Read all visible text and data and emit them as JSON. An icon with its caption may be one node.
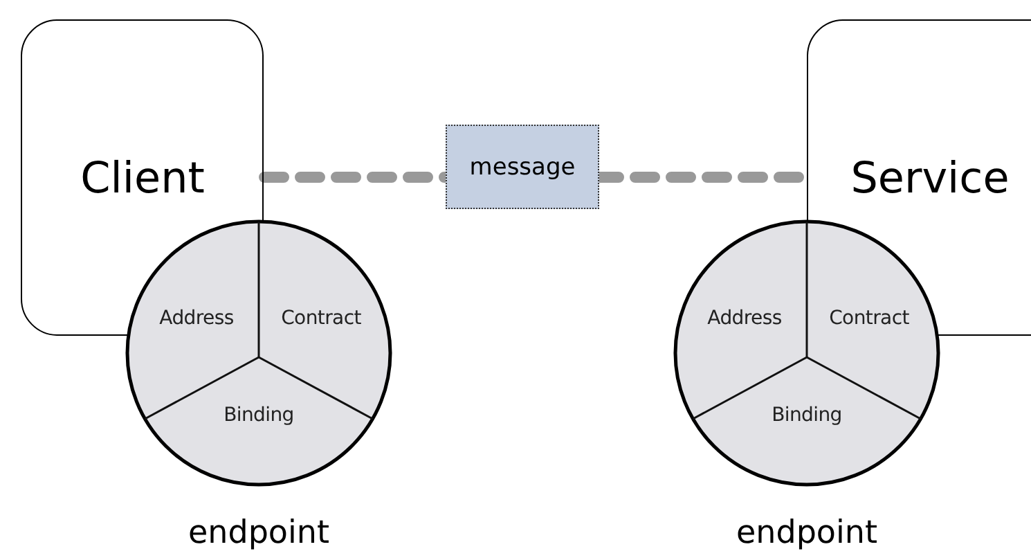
{
  "diagram": {
    "nodes": [
      {
        "text": [
          "Client"
        ]
      },
      {
        "text": [
          "Address",
          "Contract",
          "Binding"
        ],
        "beside": [
          "endpoint"
        ]
      },
      {
        "text": [
          "message"
        ]
      },
      {
        "text": [
          "Service"
        ]
      },
      {
        "text": [
          "Address",
          "Contract",
          "Binding"
        ],
        "beside": [
          "endpoint"
        ]
      }
    ],
    "edges": [
      {
        "from": 0,
        "to": 2,
        "arrow": "none",
        "style": "dashed"
      },
      {
        "from": 2,
        "to": 3,
        "arrow": "none",
        "style": "dashed"
      }
    ]
  }
}
